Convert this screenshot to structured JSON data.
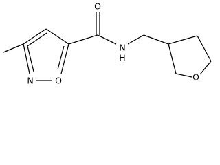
{
  "molecule": {
    "atoms": {
      "carbonyl_oxygen": "O",
      "amide_nitrogen": "N",
      "amide_hydrogen": "H",
      "ring_nitrogen": "N",
      "ring_oxygen": "O",
      "thf_oxygen": "O"
    }
  }
}
